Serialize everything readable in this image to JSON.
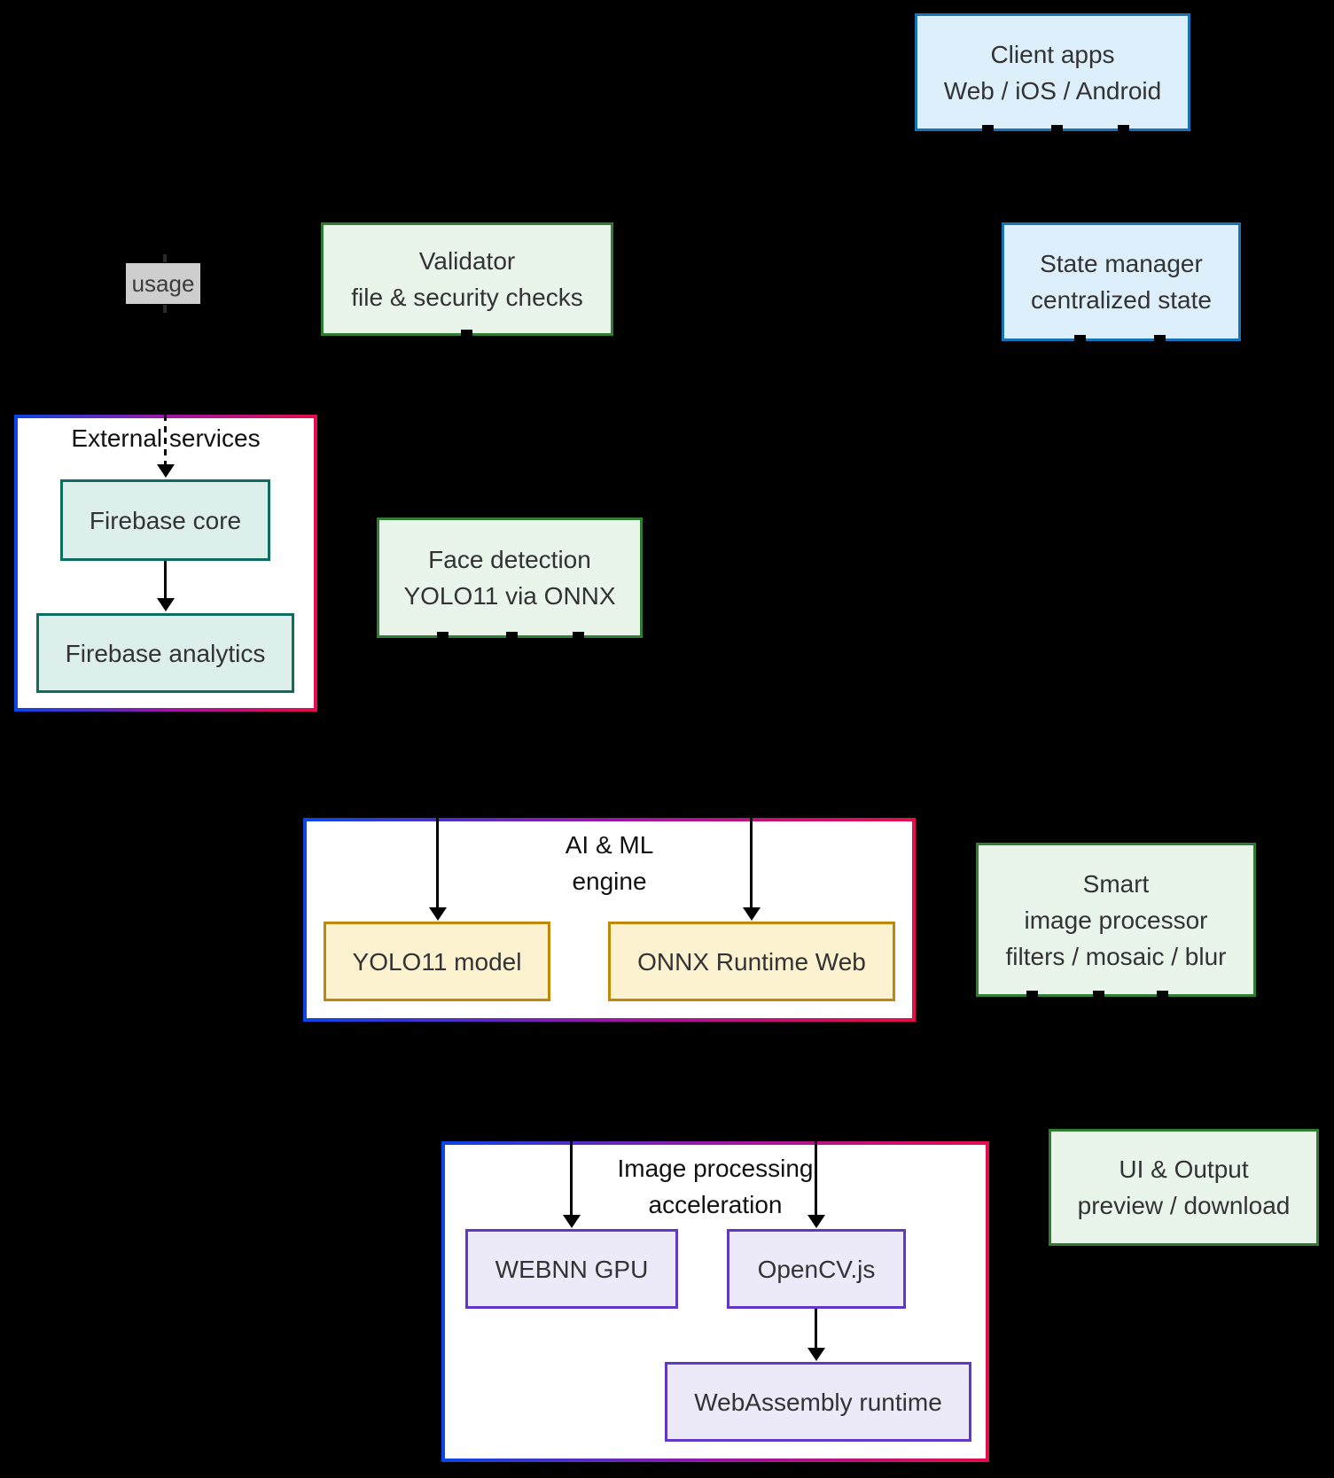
{
  "diagram": {
    "type": "flowchart-architecture",
    "background": "#000000",
    "nodes": {
      "client_apps": {
        "line1": "Client apps",
        "line2": "Web / iOS / Android"
      },
      "validator": {
        "line1": "Validator",
        "line2": "file & security checks"
      },
      "state_manager": {
        "line1": "State manager",
        "line2": "centralized state"
      },
      "firebase_core": {
        "line1": "Firebase core"
      },
      "firebase_analytics": {
        "line1": "Firebase analytics"
      },
      "face_detection": {
        "line1": "Face detection",
        "line2": "YOLO11 via ONNX"
      },
      "yolo11_model": {
        "line1": "YOLO11 model"
      },
      "onnx_runtime_web": {
        "line1": "ONNX Runtime Web"
      },
      "smart_processor": {
        "line1": "Smart",
        "line2": "image processor",
        "line3": "filters / mosaic / blur"
      },
      "webnn_gpu": {
        "line1": "WEBNN GPU"
      },
      "opencv_js": {
        "line1": "OpenCV.js"
      },
      "webassembly_runtime": {
        "line1": "WebAssembly runtime"
      },
      "ui_output": {
        "line1": "UI & Output",
        "line2": "preview / download"
      }
    },
    "clusters": {
      "external_services": {
        "title": "External services"
      },
      "ai_ml_engine": {
        "title_line1": "AI & ML",
        "title_line2": "engine"
      },
      "image_processing": {
        "title_line1": "Image processing",
        "title_line2": "acceleration"
      }
    },
    "edge_labels": {
      "usage": "usage"
    },
    "colors": {
      "background": "#000000",
      "node_text": "#333333",
      "blue_fill": "#dceffb",
      "blue_border": "#1673b9",
      "green_fill": "#e9f5eb",
      "green_border": "#2e7d33",
      "teal_fill": "#ddefeb",
      "teal_border": "#0d6d62",
      "amber_fill": "#fdf2d0",
      "amber_border": "#c1870b",
      "purple_fill": "#ece9f8",
      "purple_border": "#6237c5",
      "cluster_background": "#ffffff",
      "cluster_border_gradient": [
        "#0b46e6",
        "#9c16a8",
        "#e60d4e"
      ],
      "edge_label_background": "#cecece",
      "arrow": "#000000"
    }
  }
}
